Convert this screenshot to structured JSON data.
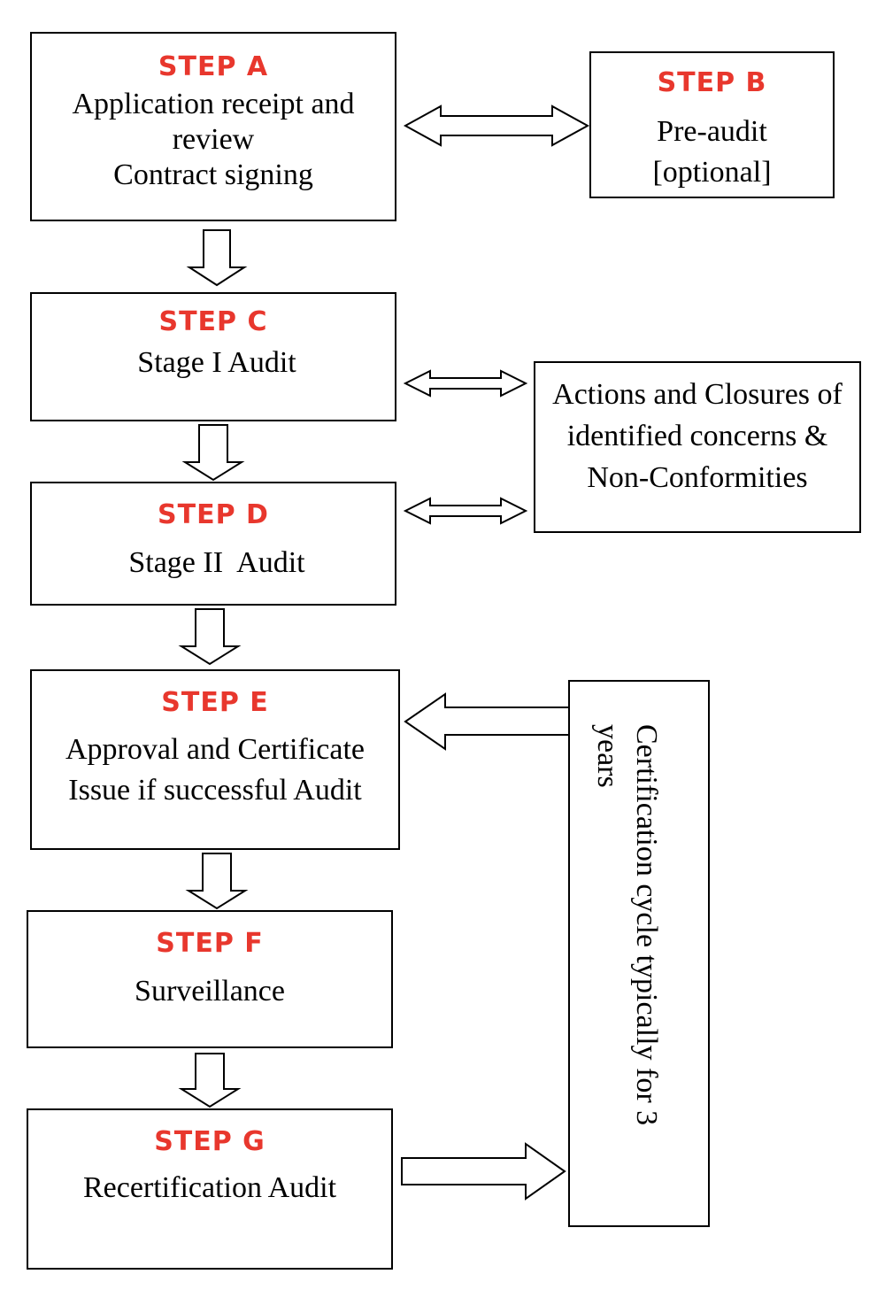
{
  "steps": {
    "a": {
      "label": "STEP A",
      "text": "Application receipt and\nreview\nContract signing"
    },
    "b": {
      "label": "STEP B",
      "text": "Pre-audit\n[optional]"
    },
    "c": {
      "label": "STEP C",
      "text": "Stage I Audit"
    },
    "d": {
      "label": "STEP D",
      "text": "Stage II  Audit"
    },
    "e": {
      "label": "STEP E",
      "text": "Approval and Certificate\nIssue if successful Audit"
    },
    "f": {
      "label": "STEP F",
      "text": "Surveillance"
    },
    "g": {
      "label": "STEP G",
      "text": "Recertification Audit"
    }
  },
  "actions_box": {
    "text": "Actions and Closures of\nidentified concerns &\nNon-Conformities"
  },
  "cycle_box": {
    "text": "Certification  cycle typically  for 3\nyears"
  },
  "colors": {
    "step_label": "#e8372d",
    "text": "#000000",
    "border": "#000000"
  }
}
